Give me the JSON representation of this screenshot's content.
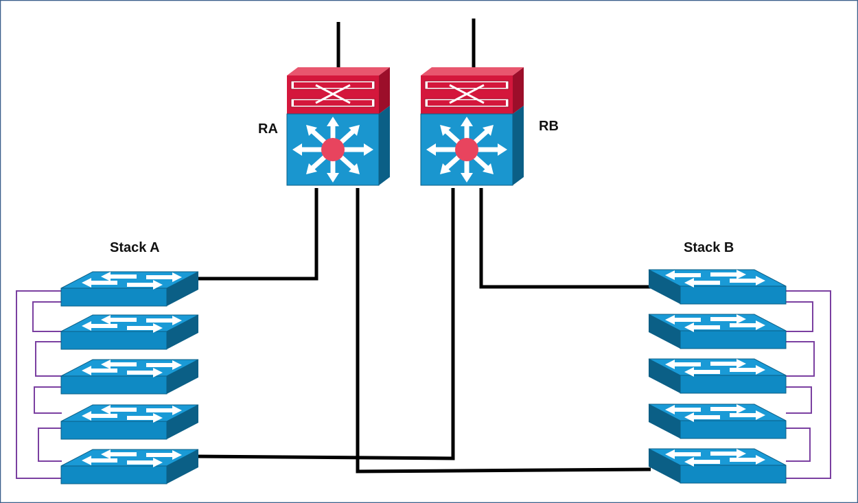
{
  "routers": [
    {
      "id": "RA",
      "label": "RA"
    },
    {
      "id": "RB",
      "label": "RB"
    }
  ],
  "stacks": [
    {
      "id": "A",
      "label": "Stack A",
      "members": 5
    },
    {
      "id": "B",
      "label": "Stack B",
      "members": 5
    }
  ],
  "connections": [
    {
      "from": "RA",
      "to": "Stack A member 1"
    },
    {
      "from": "RA",
      "to": "Stack B member 5"
    },
    {
      "from": "RB",
      "to": "Stack B member 1"
    },
    {
      "from": "RB",
      "to": "Stack A member 5"
    },
    {
      "from": "RA",
      "to": "upstream"
    },
    {
      "from": "RB",
      "to": "upstream"
    }
  ],
  "colors": {
    "switch_top": "#1a9ad6",
    "switch_front": "#0f8ac4",
    "switch_side": "#0b5f86",
    "router_red": "#d4173c",
    "router_red_dark": "#9c0e2a",
    "router_red_light": "#e8566e",
    "router_blue": "#1a96cf",
    "router_blue_side": "#0b5f86",
    "center_dot": "#e8445e",
    "link": "#000000",
    "stack_cable": "#7a3fa0",
    "frame": "#3a5f8a"
  }
}
